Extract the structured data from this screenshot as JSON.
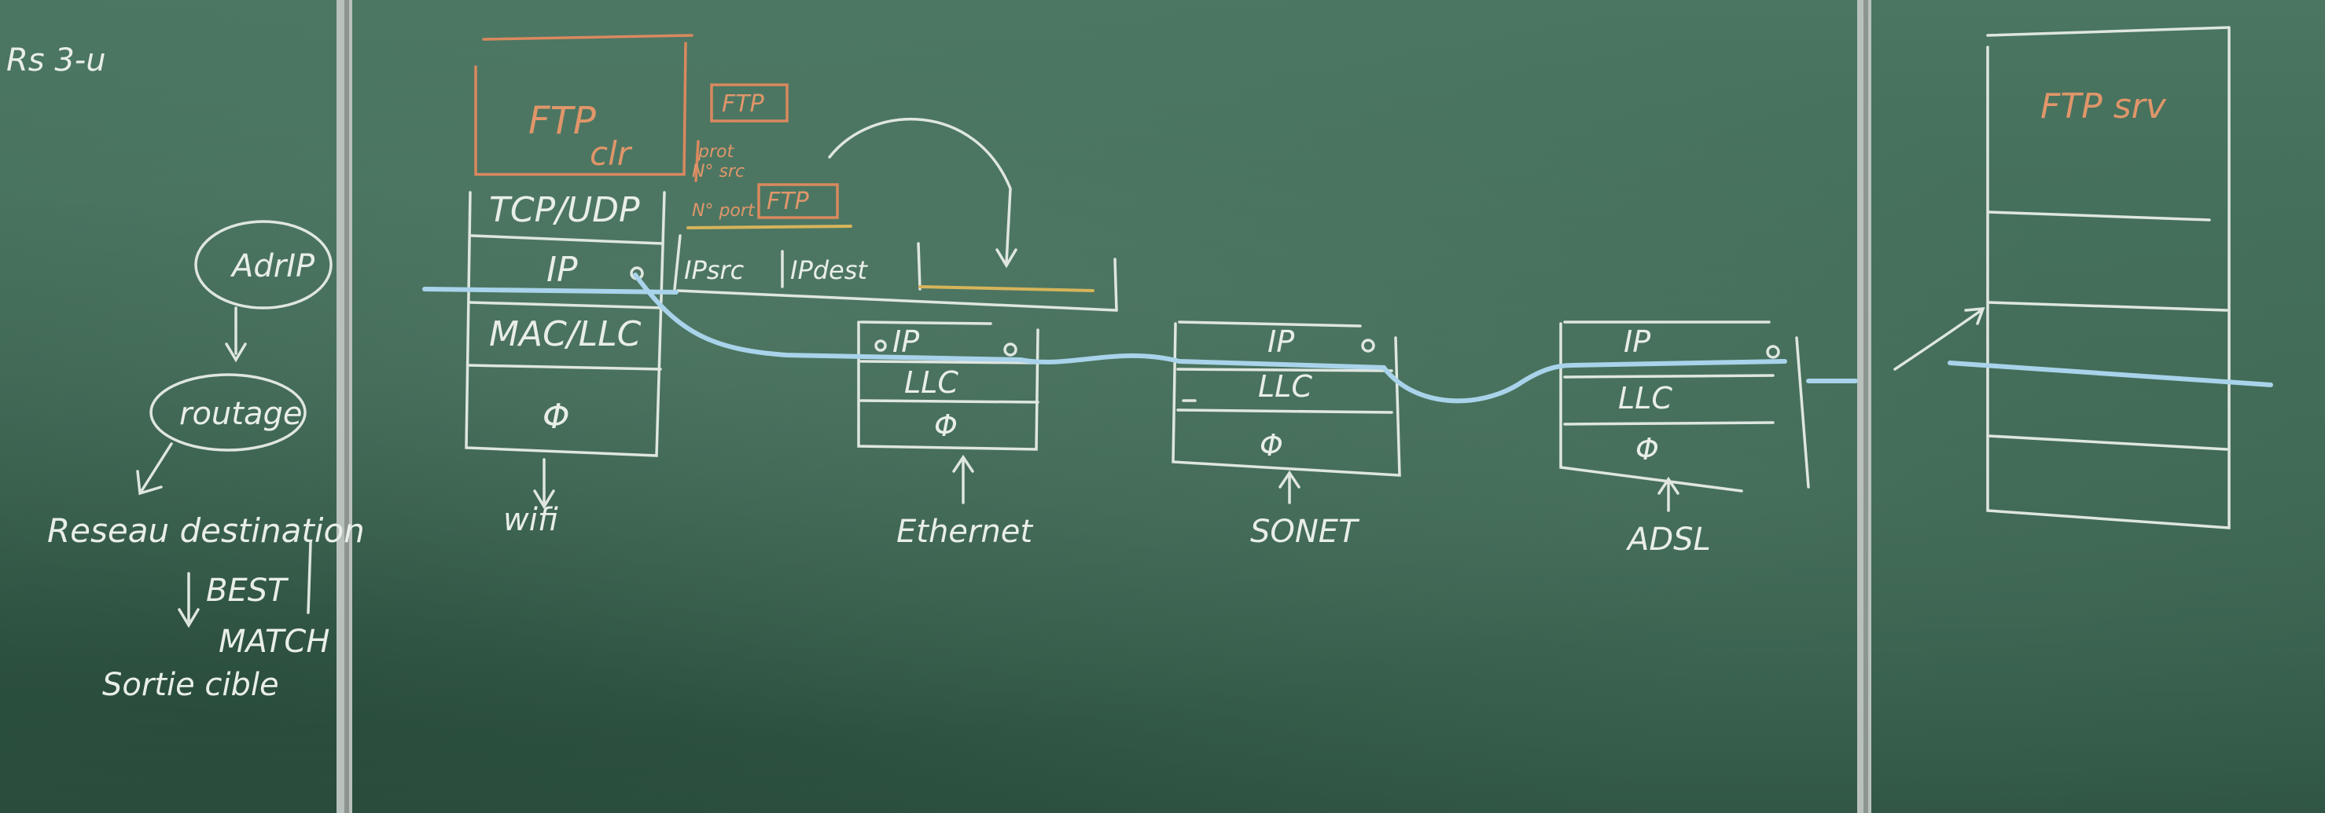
{
  "left_panel": {
    "corner_note": "Rs 3-u",
    "adr_ip": "AdrIP",
    "routage": "routage",
    "reseau_destination": "Reseau destination",
    "best": "BEST",
    "match": "MATCH",
    "sortie_cible": "Sortie cible"
  },
  "client_stack": {
    "app_line1": "FTP",
    "app_line2": "clr",
    "transport": "TCP/UDP",
    "network": "IP",
    "link": "MAC/LLC",
    "physical": "Φ",
    "medium_label": "wifi"
  },
  "packet": {
    "ftp_tag_top": "FTP",
    "proto_line1": "prot",
    "proto_line2": "N° src",
    "proto_line3": "N° port",
    "ftp_tag_inner": "FTP",
    "ip_src": "IPsrc",
    "ip_dst": "IPdest"
  },
  "routers": [
    {
      "top": "IP",
      "mid": "LLC",
      "bottom": "Φ",
      "label": "Ethernet"
    },
    {
      "top": "IP",
      "mid": "LLC",
      "bottom": "Φ",
      "label": "SONET"
    },
    {
      "top": "IP",
      "mid": "LLC",
      "bottom": "Φ",
      "label": "ADSL"
    }
  ],
  "server_stack": {
    "app": "FTP srv"
  }
}
